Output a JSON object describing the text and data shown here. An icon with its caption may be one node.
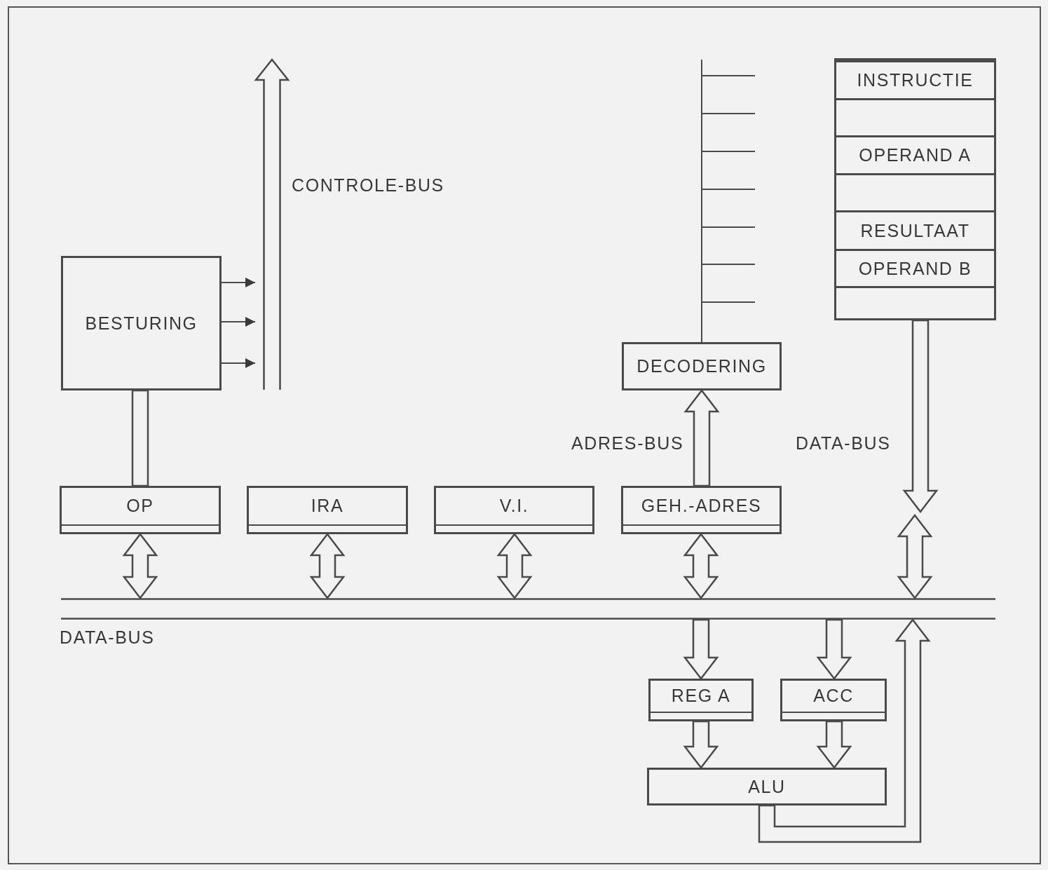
{
  "diagram": {
    "nodes": [
      {
        "text": [
          "BESTURING"
        ]
      },
      {
        "text": [
          "OP"
        ]
      },
      {
        "text": [
          "IRA"
        ]
      },
      {
        "text": [
          "V.I."
        ]
      },
      {
        "text": [
          "GEH.-ADRES"
        ]
      },
      {
        "text": [
          "DECODERING"
        ]
      },
      {
        "text": [],
        "shape": "box"
      },
      {
        "text": [
          "INSTRUCTIE"
        ],
        "in": 6
      },
      {
        "text": [],
        "shape": "box",
        "in": 6
      },
      {
        "text": [
          "OPERAND A"
        ],
        "in": 6
      },
      {
        "text": [],
        "shape": "box",
        "in": 6
      },
      {
        "text": [
          "RESULTAAT"
        ],
        "in": 6
      },
      {
        "text": [
          "OPERAND B"
        ],
        "in": 6
      },
      {
        "text": [],
        "shape": "box",
        "in": 6
      },
      {
        "text": [],
        "shape": "bar",
        "beside": [
          "DATA-BUS"
        ]
      },
      {
        "text": [
          "REG A"
        ]
      },
      {
        "text": [
          "ACC"
        ]
      },
      {
        "text": [
          "ALU"
        ]
      },
      {
        "text": [],
        "shape": "bar",
        "beside": [
          "CONTROLE-BUS"
        ]
      }
    ],
    "edges": [
      {
        "from": 0,
        "to": 18,
        "arrow": "to"
      },
      {
        "from": 0,
        "to": 18,
        "arrow": "to"
      },
      {
        "from": 0,
        "to": 18,
        "arrow": "to"
      },
      {
        "from": 0,
        "to": 1,
        "arrow": "none",
        "style": "thick"
      },
      {
        "from": 1,
        "to": 14,
        "arrow": "both",
        "style": "thick"
      },
      {
        "from": 2,
        "to": 14,
        "arrow": "both",
        "style": "thick"
      },
      {
        "from": 3,
        "to": 14,
        "arrow": "both",
        "style": "thick"
      },
      {
        "from": 4,
        "to": 14,
        "arrow": "both",
        "style": "thick"
      },
      {
        "from": 4,
        "to": 5,
        "arrow": "to",
        "label": "ADRES-BUS",
        "style": "thick"
      },
      {
        "from": 5,
        "to": null,
        "arrow": "none"
      },
      {
        "from": 6,
        "to": null,
        "arrow": "to",
        "label": "DATA-BUS",
        "style": "thick"
      },
      {
        "from": null,
        "to": 14,
        "arrow": "both",
        "style": "thick"
      },
      {
        "from": 14,
        "to": 15,
        "arrow": "to",
        "style": "thick"
      },
      {
        "from": 14,
        "to": 16,
        "arrow": "to",
        "style": "thick"
      },
      {
        "from": 15,
        "to": 17,
        "arrow": "to",
        "style": "thick"
      },
      {
        "from": 16,
        "to": 17,
        "arrow": "to",
        "style": "thick"
      },
      {
        "from": 17,
        "to": 14,
        "arrow": "to",
        "style": "thick"
      }
    ]
  }
}
